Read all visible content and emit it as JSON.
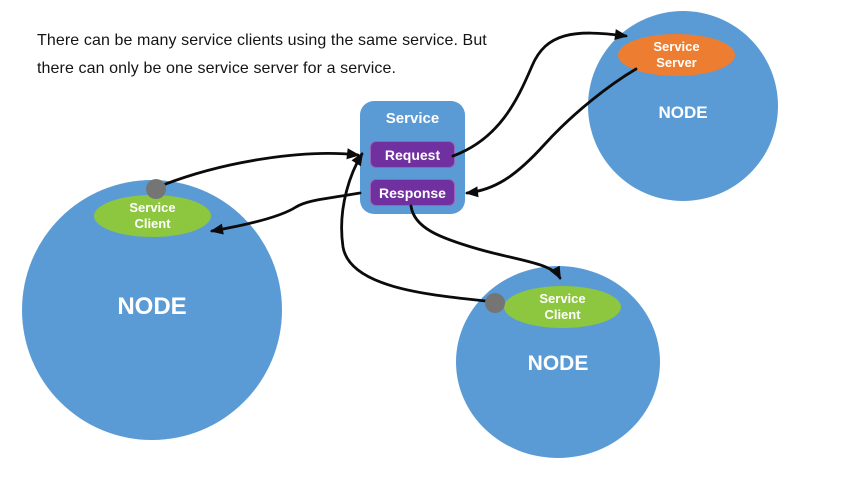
{
  "caption": {
    "line1": "There can be many service clients using the same service. But",
    "line2": "there can only be one service server for a service."
  },
  "service": {
    "title": "Service",
    "request_label": "Request",
    "response_label": "Response"
  },
  "nodes": {
    "left": {
      "name": "NODE",
      "badge": {
        "line1": "Service",
        "line2": "Client"
      }
    },
    "right": {
      "name": "NODE",
      "badge": {
        "line1": "Service",
        "line2": "Server"
      }
    },
    "bottom": {
      "name": "NODE",
      "badge": {
        "line1": "Service",
        "line2": "Client"
      }
    }
  },
  "colors": {
    "node_fill": "#5b9bd5",
    "client_fill": "#8dc63f",
    "server_fill": "#ed7d31",
    "box_fill": "#5b9bd5",
    "label_fill": "#7030a0",
    "connector": "#0b0b0b",
    "anchor_dot": "#757575",
    "text": "#141414"
  }
}
